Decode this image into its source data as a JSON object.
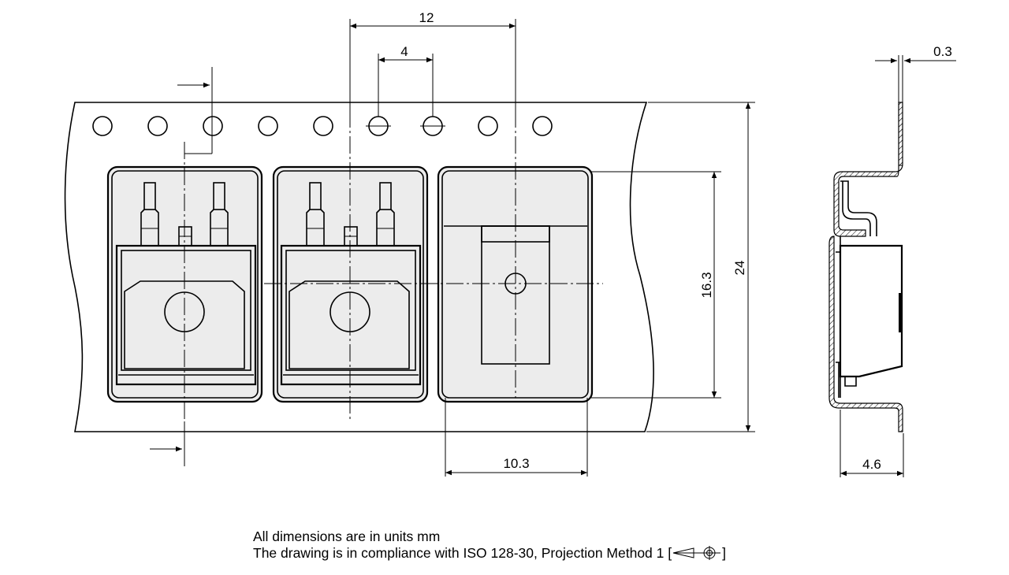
{
  "dimensions": {
    "pitch_12": "12",
    "hole_pitch_4": "4",
    "wall_0_3": "0.3",
    "tape_width_24": "24",
    "pocket_length_16_3": "16.3",
    "pocket_width_10_3": "10.3",
    "pocket_depth_4_6": "4.6"
  },
  "notes": {
    "units": "All dimensions are in units mm",
    "compliance": "The drawing is in compliance with ISO 128-30, Projection Method 1 [",
    "compliance_end": "]"
  }
}
